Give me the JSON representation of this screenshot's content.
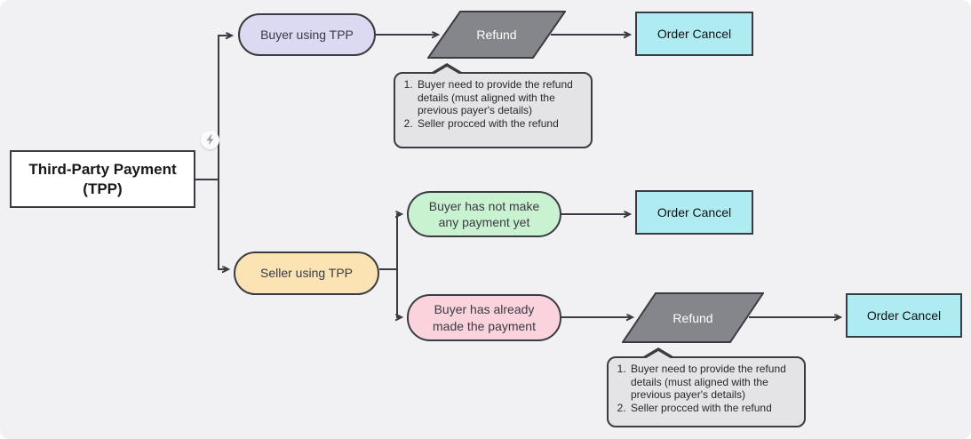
{
  "diagram": {
    "title": "Third-Party Payment flowchart",
    "root": {
      "label_line1": "Third-Party Payment",
      "label_line2": "(TPP)"
    },
    "badge": {
      "icon": "lightning-icon"
    },
    "nodes": {
      "buyer_tpp": {
        "label": "Buyer using TPP"
      },
      "seller_tpp": {
        "label": "Seller using TPP"
      },
      "refund_top": {
        "label": "Refund"
      },
      "refund_bottom": {
        "label": "Refund"
      },
      "order_cancel_top": {
        "label": "Order Cancel"
      },
      "order_cancel_mid": {
        "label": "Order Cancel"
      },
      "order_cancel_bottom": {
        "label": "Order Cancel"
      },
      "no_payment": {
        "line1": "Buyer has not make",
        "line2": "any payment yet"
      },
      "paid": {
        "line1": "Buyer has already",
        "line2": "made the payment"
      }
    },
    "notes": {
      "refund_note": {
        "items": {
          "0": "Buyer need to provide the refund details (must aligned with the previous payer's details)",
          "1": "Seller procced with the refund"
        }
      }
    },
    "colors": {
      "background": "#F1F1F4",
      "stroke": "#3B3B43",
      "root_fill": "#FFFFFF",
      "buyer_fill": "#DCD9F2",
      "seller_fill": "#FBE3B4",
      "no_payment_fill": "#C9F2D0",
      "paid_fill": "#FBD3DC",
      "refund_fill": "#85868B",
      "order_cancel_fill": "#AEECF1",
      "note_fill": "#E4E4E6"
    }
  }
}
